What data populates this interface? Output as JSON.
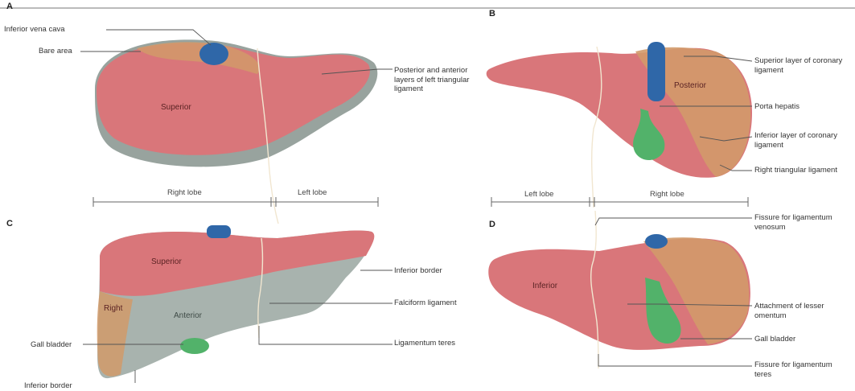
{
  "panels": {
    "a": "A",
    "b": "B",
    "c": "C",
    "d": "D"
  },
  "panel_a": {
    "inferior_vena_cava": "Inferior vena cava",
    "bare_area": "Bare area",
    "superior": "Superior",
    "left_triangular_ligament": "Posterior and anterior layers of left triangular ligament",
    "right_lobe": "Right lobe",
    "left_lobe": "Left lobe"
  },
  "panel_b": {
    "superior_coronary_layer": "Superior layer of coronary ligament",
    "posterior": "Posterior",
    "porta_hepatis": "Porta hepatis",
    "inferior_coronary_layer": "Inferior layer of coronary ligament",
    "right_triangular_ligament": "Right triangular ligament",
    "left_lobe": "Left lobe",
    "right_lobe": "Right lobe"
  },
  "panel_c": {
    "superior": "Superior",
    "right": "Right",
    "anterior": "Anterior",
    "inferior_border": "Inferior border",
    "falciform_ligament": "Falciform ligament",
    "gall_bladder": "Gall bladder",
    "ligamentum_teres": "Ligamentum teres",
    "inferior_border_cut": "Inferior border"
  },
  "panel_d": {
    "fissure_venosum": "Fissure for ligamentum venosum",
    "inferior": "Inferior",
    "lesser_omentum": "Attachment of lesser omentum",
    "gall_bladder": "Gall bladder",
    "fissure_teres": "Fissure for ligamentum teres"
  },
  "colors": {
    "liver_pink": "#d9767a",
    "liver_tan": "#d19a6a",
    "gray_surface": "#a8b3ae",
    "vena_cava_blue": "#2f67a8",
    "gall_bladder_green": "#52b26a"
  }
}
